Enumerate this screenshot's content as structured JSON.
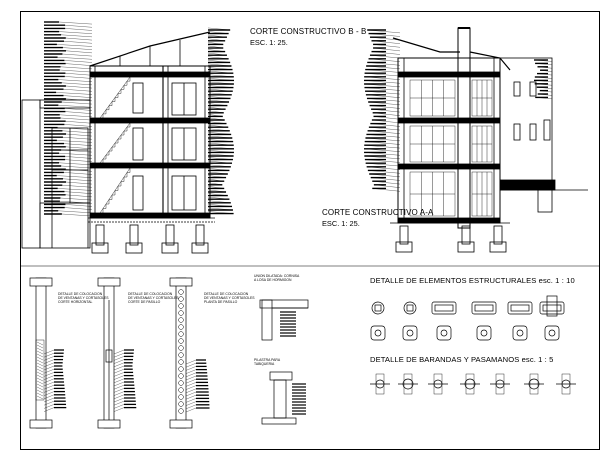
{
  "drawing": {
    "section_bb": {
      "title": "CORTE CONSTRUCTIVO B - B",
      "scale": "ESC. 1: 25."
    },
    "section_aa": {
      "title": "CORTE CONSTRUCTIVO A-A",
      "scale": "ESC. 1: 25."
    },
    "structural_details": {
      "title": "DETALLE DE ELEMENTOS ESTRUCTURALES  esc. 1 : 10"
    },
    "railing_details": {
      "title": "DETALLE DE BARANDAS Y PASAMANOS esc. 1 : 5"
    },
    "window_details": [
      {
        "label": "DETALLE DE COLOCACION\nDE VENTANAS Y CORTASOLES\nCORTE HORIZONTAL"
      },
      {
        "label": "DETALLE DE COLOCACION\nDE VENTANAS Y CORTASOLES\nCORTE DE PASILLO"
      },
      {
        "label": "DETALLE DE COLOCACION\nDE VENTANAS Y CORTASOLES\nPLANTA DE PASILLO"
      }
    ],
    "joint_details": [
      {
        "label": "UNION DILATADA: CORNISA\nA LOSA DE HORMIGON"
      },
      {
        "label": "PILASTRA PARA\nTABIQUERIA"
      }
    ]
  }
}
